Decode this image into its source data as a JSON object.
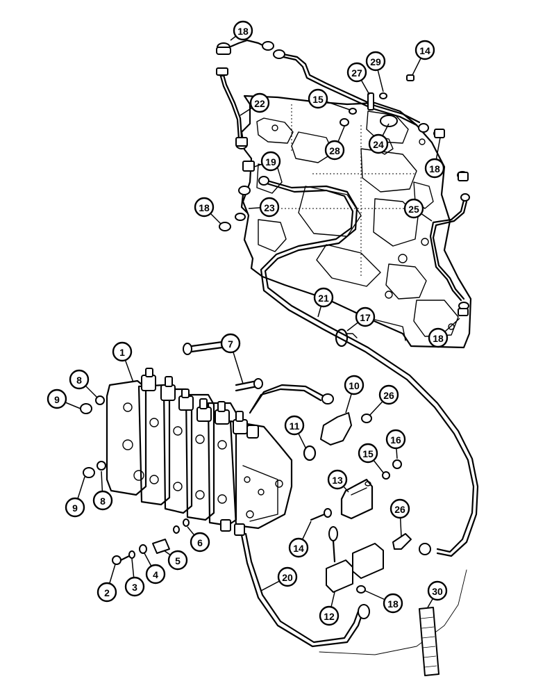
{
  "callouts": [
    {
      "id": "c18a",
      "label": "18"
    },
    {
      "id": "c14a",
      "label": "14"
    },
    {
      "id": "c29",
      "label": "29"
    },
    {
      "id": "c27",
      "label": "27"
    },
    {
      "id": "c15a",
      "label": "15"
    },
    {
      "id": "c22",
      "label": "22"
    },
    {
      "id": "c28",
      "label": "28"
    },
    {
      "id": "c24",
      "label": "24"
    },
    {
      "id": "c19",
      "label": "19"
    },
    {
      "id": "c18b",
      "label": "18"
    },
    {
      "id": "c23",
      "label": "23"
    },
    {
      "id": "c18c",
      "label": "18"
    },
    {
      "id": "c25",
      "label": "25"
    },
    {
      "id": "c21",
      "label": "21"
    },
    {
      "id": "c17",
      "label": "17"
    },
    {
      "id": "c18d",
      "label": "18"
    },
    {
      "id": "c1",
      "label": "1"
    },
    {
      "id": "c7",
      "label": "7"
    },
    {
      "id": "c8a",
      "label": "8"
    },
    {
      "id": "c9a",
      "label": "9"
    },
    {
      "id": "c10",
      "label": "10"
    },
    {
      "id": "c26a",
      "label": "26"
    },
    {
      "id": "c11",
      "label": "11"
    },
    {
      "id": "c16",
      "label": "16"
    },
    {
      "id": "c15b",
      "label": "15"
    },
    {
      "id": "c13",
      "label": "13"
    },
    {
      "id": "c9b",
      "label": "9"
    },
    {
      "id": "c8b",
      "label": "8"
    },
    {
      "id": "c26b",
      "label": "26"
    },
    {
      "id": "c14b",
      "label": "14"
    },
    {
      "id": "c6",
      "label": "6"
    },
    {
      "id": "c5",
      "label": "5"
    },
    {
      "id": "c4",
      "label": "4"
    },
    {
      "id": "c3",
      "label": "3"
    },
    {
      "id": "c2",
      "label": "2"
    },
    {
      "id": "c20",
      "label": "20"
    },
    {
      "id": "c30",
      "label": "30"
    },
    {
      "id": "c18e",
      "label": "18"
    },
    {
      "id": "c12",
      "label": "12"
    }
  ]
}
